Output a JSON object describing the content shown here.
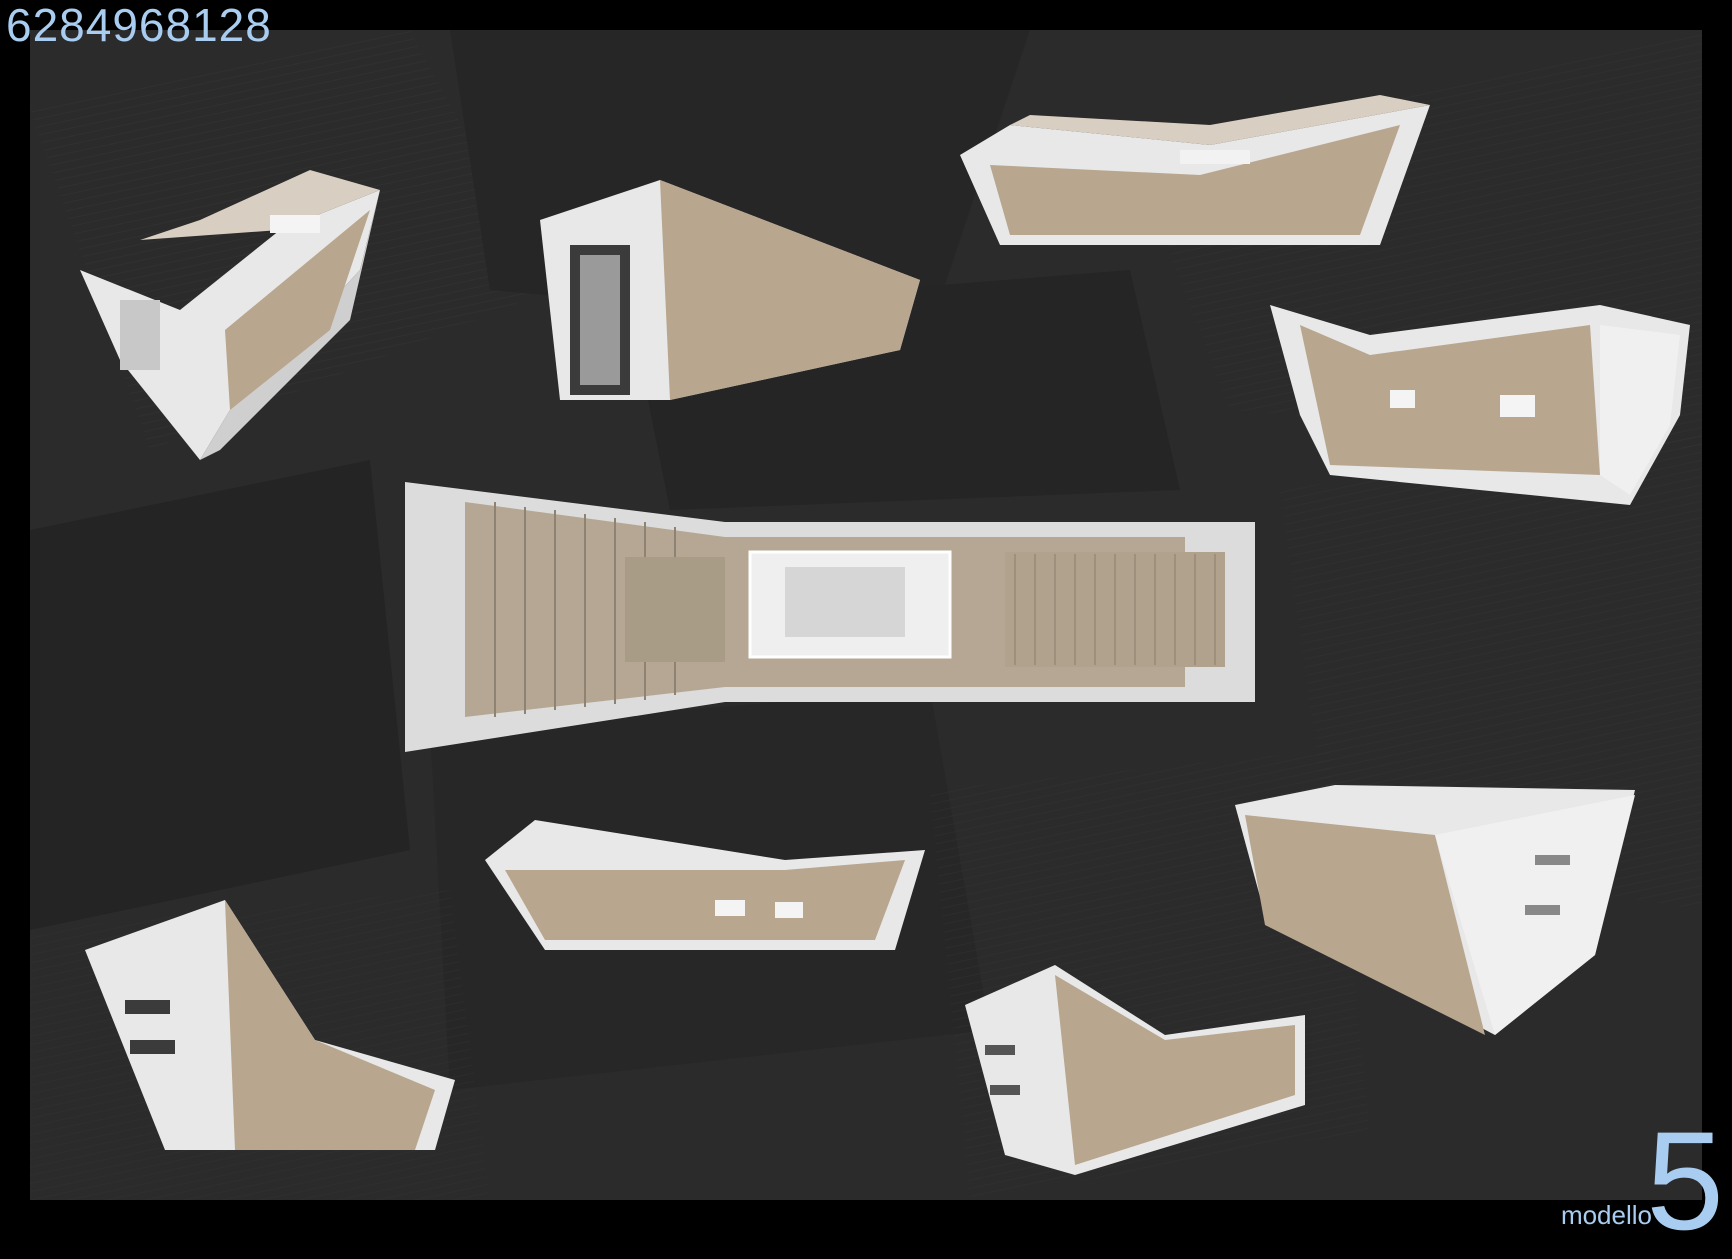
{
  "sheet": {
    "id_number": "6284968128",
    "model_label": "modello",
    "model_number": "5"
  },
  "views": [
    {
      "name": "perspective-view-1"
    },
    {
      "name": "perspective-view-2"
    },
    {
      "name": "perspective-view-3"
    },
    {
      "name": "perspective-view-4"
    },
    {
      "name": "plan-view-top"
    },
    {
      "name": "perspective-view-5"
    },
    {
      "name": "perspective-view-6"
    },
    {
      "name": "perspective-view-7"
    },
    {
      "name": "perspective-view-8"
    }
  ],
  "colors": {
    "background": "#000000",
    "board": "#2a2a2a",
    "wall": "#e6e6e6",
    "wood": "#b9a78f",
    "label": "#a9cdf0"
  }
}
